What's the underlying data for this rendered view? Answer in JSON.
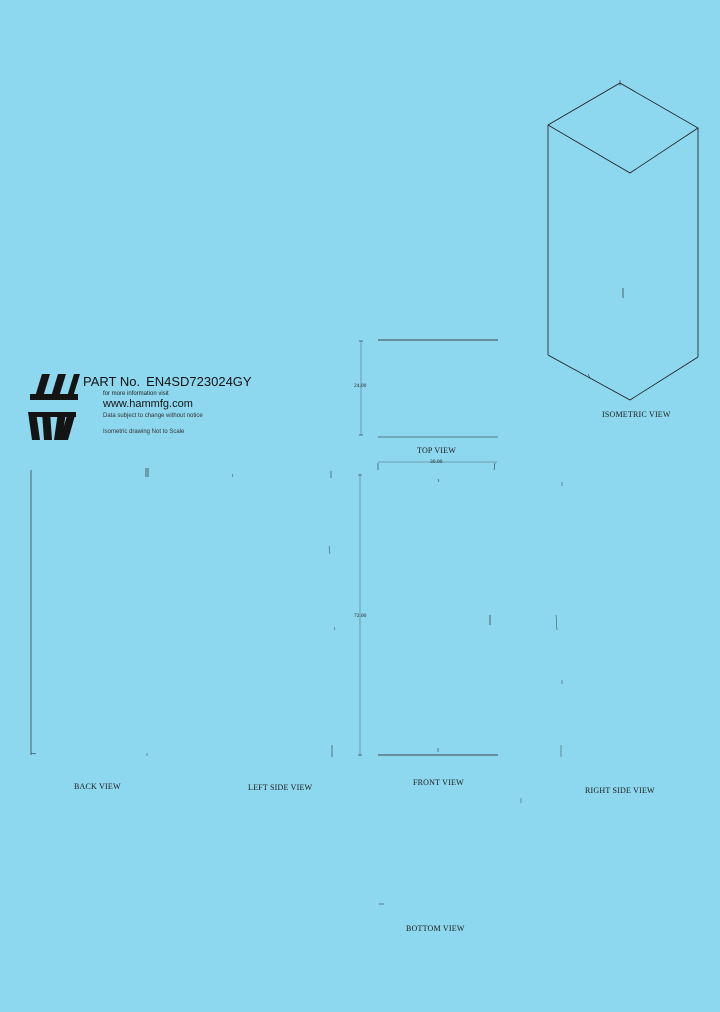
{
  "part": {
    "prefix": "PART No.",
    "number": "EN4SD723024GY",
    "more_info": "for more information visit",
    "website": "www.hammfg.com",
    "note_change": "Data subject to change without notice",
    "note_scale": "Isometric drawing Not to Scale"
  },
  "views": {
    "back": "BACK VIEW",
    "left_side": "LEFT SIDE VIEW",
    "top": "TOP VIEW",
    "front": "FRONT VIEW",
    "right_side": "RIGHT SIDE VIEW",
    "bottom": "BOTTOM VIEW",
    "isometric": "ISOMETRIC VIEW"
  },
  "dimensions": {
    "top_depth": "24.00",
    "top_width": "30.00",
    "front_height": "72.00"
  },
  "colors": {
    "background": "#8dd8ef",
    "line": "#1a1a1a"
  }
}
